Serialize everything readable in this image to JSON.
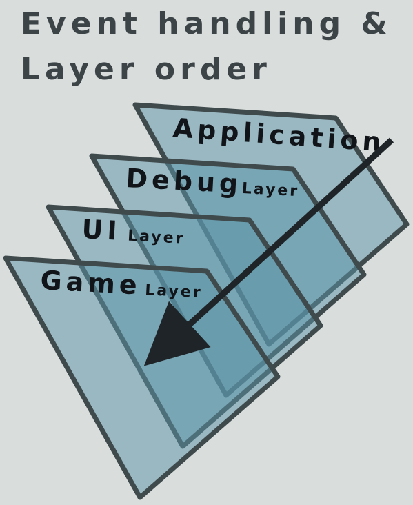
{
  "title": {
    "line1": "Event handling &",
    "line2": "Layer order"
  },
  "layers": [
    {
      "big": "Application",
      "small": ""
    },
    {
      "big": "Debug",
      "small": "Layer"
    },
    {
      "big": "UI",
      "small": "Layer"
    },
    {
      "big": "Game",
      "small": "Layer"
    }
  ],
  "colors": {
    "background": "#d9dddc",
    "panel": "#5a93a7",
    "panel_border": "#3f4a4d",
    "title": "#3c4447",
    "arrow": "#1e2427"
  }
}
